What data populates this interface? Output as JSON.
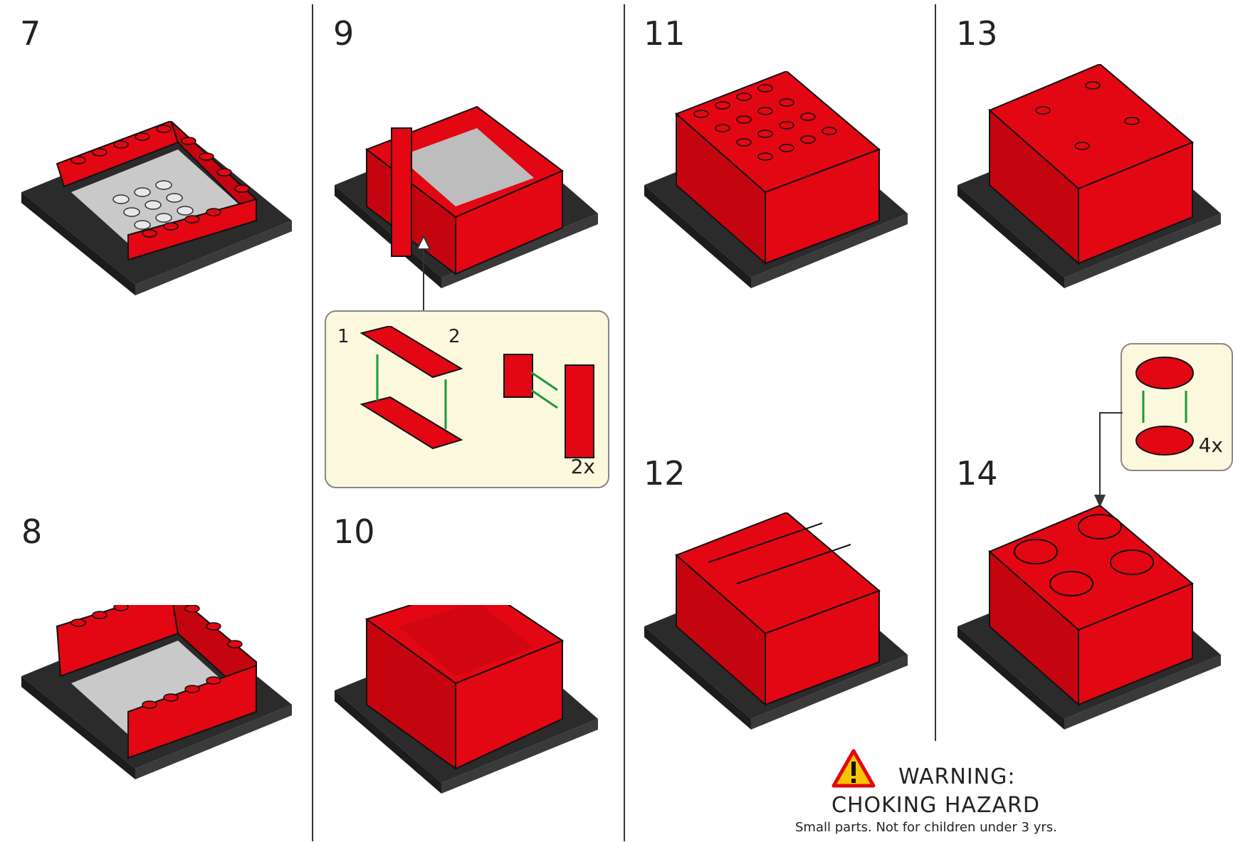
{
  "steps": {
    "s7": "7",
    "s8": "8",
    "s9": "9",
    "s10": "10",
    "s11": "11",
    "s12": "12",
    "s13": "13",
    "s14": "14"
  },
  "callout_9": {
    "sub1": "1",
    "sub2": "2",
    "multiplier": "2x"
  },
  "callout_14": {
    "multiplier": "4x"
  },
  "warning": {
    "line1": "WARNING:",
    "line2": "CHOKING HAZARD",
    "line3": "Small parts. Not for children under 3 yrs."
  },
  "colors": {
    "brick_red": "#e30613",
    "base_black": "#2b2b2b",
    "plate_grey": "#bfbfbf",
    "arrow_green": "#1a9a3a",
    "callout_bg": "#fbf8dd"
  }
}
